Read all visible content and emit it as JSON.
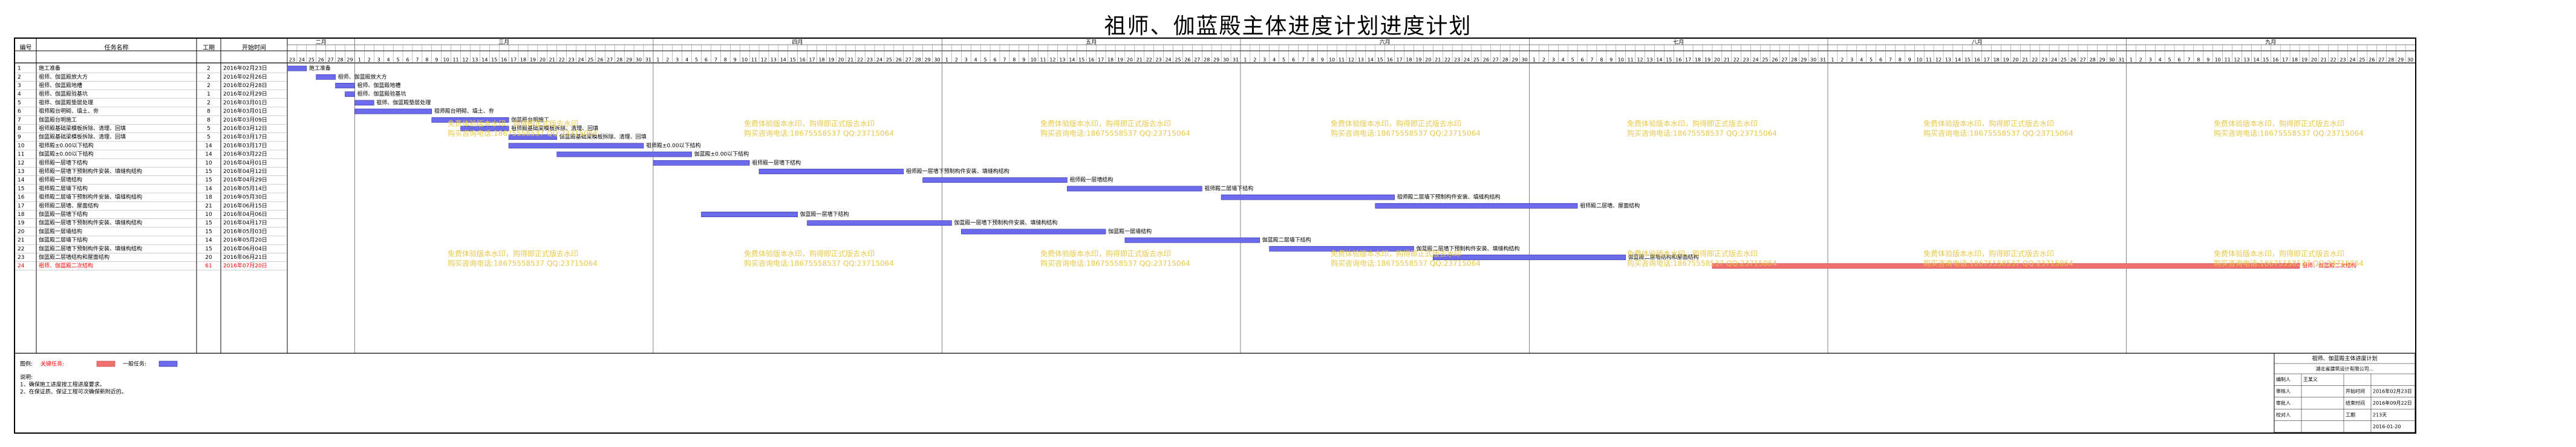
{
  "title": "祖师、伽蓝殿主体进度计划进度计划",
  "header": {
    "col_no": "编号",
    "col_task": "任务名称",
    "col_dur": "工期",
    "col_start": "开始时间"
  },
  "months": [
    "二月",
    "三月",
    "四月",
    "五月",
    "六月",
    "七月",
    "八月",
    "九月"
  ],
  "chart_data": {
    "type": "gantt",
    "axis": {
      "start": "2016-02-23",
      "end": "2016-09-30",
      "unit": "day"
    },
    "tasks": [
      {
        "id": "1",
        "name": "施工准备",
        "dur": "2",
        "start": "2016年02月23日",
        "s": "2016-02-23",
        "days": 2
      },
      {
        "id": "2",
        "name": "祖师、伽蓝殿放大方",
        "dur": "2",
        "start": "2016年02月26日",
        "s": "2016-02-26",
        "days": 2
      },
      {
        "id": "3",
        "name": "祖师、伽蓝殿地槽",
        "dur": "2",
        "start": "2016年02月28日",
        "s": "2016-02-28",
        "days": 2
      },
      {
        "id": "4",
        "name": "祖师、伽蓝殿验基坑",
        "dur": "1",
        "start": "2016年02月29日",
        "s": "2016-02-29",
        "days": 1
      },
      {
        "id": "5",
        "name": "祖师、伽蓝殿垫层处理",
        "dur": "2",
        "start": "2016年03月01日",
        "s": "2016-03-01",
        "days": 2
      },
      {
        "id": "6",
        "name": "祖师殿台明砌、填土、夯",
        "dur": "8",
        "start": "2016年03月01日",
        "s": "2016-03-01",
        "days": 8
      },
      {
        "id": "7",
        "name": "伽蓝殿台明施工",
        "dur": "8",
        "start": "2016年03月09日",
        "s": "2016-03-09",
        "days": 8
      },
      {
        "id": "8",
        "name": "祖师殿基础梁模板拆除、清理、回填",
        "dur": "5",
        "start": "2016年03月12日",
        "s": "2016-03-12",
        "days": 5
      },
      {
        "id": "9",
        "name": "伽蓝殿基础梁模板拆除、清理、回填",
        "dur": "5",
        "start": "2016年03月17日",
        "s": "2016-03-17",
        "days": 5
      },
      {
        "id": "10",
        "name": "祖师殿±0.00以下结构",
        "dur": "14",
        "start": "2016年03月17日",
        "s": "2016-03-17",
        "days": 14
      },
      {
        "id": "11",
        "name": "伽蓝殿±0.00以下结构",
        "dur": "14",
        "start": "2016年03月22日",
        "s": "2016-03-22",
        "days": 14
      },
      {
        "id": "12",
        "name": "祖师殿一层墙下结构",
        "dur": "10",
        "start": "2016年04月01日",
        "s": "2016-04-01",
        "days": 10
      },
      {
        "id": "13",
        "name": "祖师殿一层墙下预制构件安装、填缝构结构",
        "dur": "15",
        "start": "2016年04月12日",
        "s": "2016-04-12",
        "days": 15
      },
      {
        "id": "14",
        "name": "祖师殿一层墙结构",
        "dur": "15",
        "start": "2016年04月29日",
        "s": "2016-04-29",
        "days": 15
      },
      {
        "id": "15",
        "name": "祖师殿二层墙下结构",
        "dur": "14",
        "start": "2016年05月14日",
        "s": "2016-05-14",
        "days": 14
      },
      {
        "id": "16",
        "name": "祖师殿二层墙下预制构件安装、填缝构结构",
        "dur": "18",
        "start": "2016年05月30日",
        "s": "2016-05-30",
        "days": 18
      },
      {
        "id": "17",
        "name": "祖师殿二层墙、屋面结构",
        "dur": "21",
        "start": "2016年06月15日",
        "s": "2016-06-15",
        "days": 21
      },
      {
        "id": "18",
        "name": "伽蓝殿一层墙下结构",
        "dur": "10",
        "start": "2016年04月06日",
        "s": "2016-04-06",
        "days": 10
      },
      {
        "id": "19",
        "name": "伽蓝殿一层墙下预制构件安装、填缝构结构",
        "dur": "15",
        "start": "2016年04月17日",
        "s": "2016-04-17",
        "days": 15
      },
      {
        "id": "20",
        "name": "伽蓝殿一层墙结构",
        "dur": "15",
        "start": "2016年05月03日",
        "s": "2016-05-03",
        "days": 15
      },
      {
        "id": "21",
        "name": "伽蓝殿二层墙下结构",
        "dur": "14",
        "start": "2016年05月20日",
        "s": "2016-05-20",
        "days": 14
      },
      {
        "id": "22",
        "name": "伽蓝殿二层墙下预制构件安装、填缝构结构",
        "dur": "15",
        "start": "2016年06月04日",
        "s": "2016-06-04",
        "days": 15
      },
      {
        "id": "23",
        "name": "伽蓝殿二层墙结构和屋面结构",
        "dur": "20",
        "start": "2016年06月21日",
        "s": "2016-06-21",
        "days": 20
      },
      {
        "id": "24",
        "name": "祖师、伽蓝殿二次结构",
        "dur": "61",
        "start": "2016年07月20日",
        "s": "2016-07-20",
        "days": 61,
        "critical": true
      }
    ]
  },
  "watermark": {
    "line1": "免费体验版本水印，购得即正式版去水印",
    "line2": "购买咨询电话:18675558537 QQ:23715064"
  },
  "legend": {
    "label": "图例:",
    "critical": "关键任务:",
    "normal": "一般任务:"
  },
  "notes": {
    "label": "说明:",
    "line1": "1、确保施工进度按工程进度要求。",
    "line2": "2、在保证质、保证工程可次确保新附近的。"
  },
  "info": {
    "title": "祖师、伽蓝殿主体进度计划",
    "company": "湖北省建筑设计有限公司...",
    "rows": [
      {
        "a": "编制人",
        "b": "王某义",
        "c": "",
        "d": ""
      },
      {
        "a": "审核人",
        "b": "",
        "c": "开始时间",
        "d": "2016年02月23日"
      },
      {
        "a": "审批人",
        "b": "",
        "c": "结束时间",
        "d": "2016年09月22日"
      },
      {
        "a": "校对人",
        "b": "",
        "c": "工期",
        "d": "213天"
      },
      {
        "a": "",
        "b": "",
        "c": "",
        "d": "2016-01-20"
      }
    ]
  },
  "colors": {
    "bar": "#6b6bec",
    "bar_border": "#2a2aa0",
    "critical": "#f07070",
    "critical_text": "#ff0000",
    "watermark": "#e8c84a"
  }
}
